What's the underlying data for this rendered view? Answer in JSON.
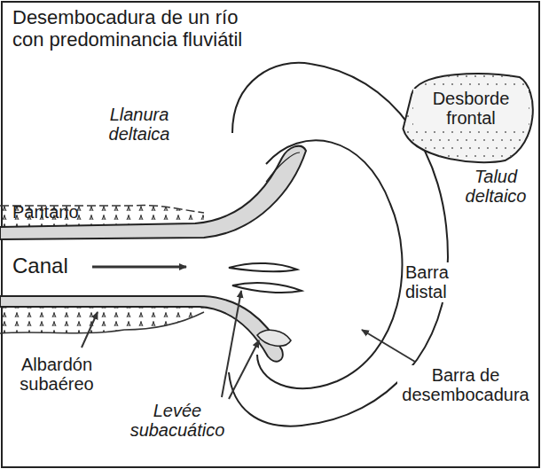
{
  "diagram": {
    "title": "Desembocadura de un río con predominancia fluviátil",
    "nodes": [
      {
        "text": [
          "Desborde frontal"
        ]
      }
    ],
    "labels": [
      "Llanura deltaica",
      "Pantano",
      "Canal",
      "Talud deltaico",
      "Barra distal",
      "Albardón subaéreo",
      "Levée subacuático",
      "Barra de desembocadura"
    ]
  }
}
